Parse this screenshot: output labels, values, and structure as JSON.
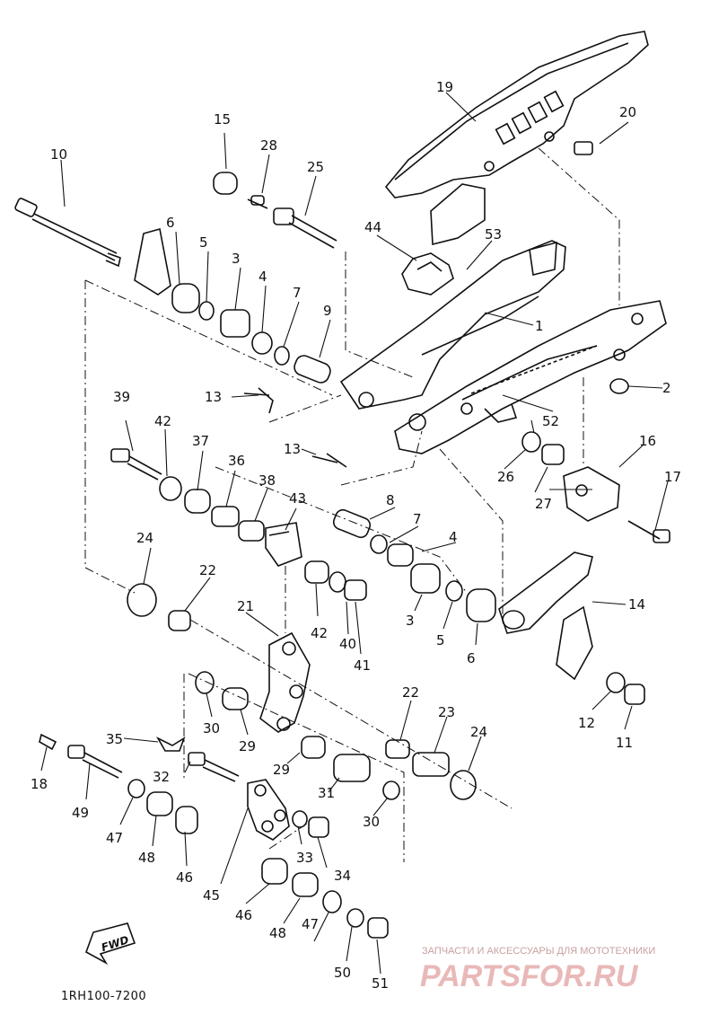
{
  "diagram": {
    "callouts": [
      "1",
      "2",
      "3",
      "3",
      "4",
      "4",
      "5",
      "5",
      "6",
      "6",
      "7",
      "7",
      "8",
      "9",
      "10",
      "11",
      "12",
      "13",
      "13",
      "14",
      "15",
      "16",
      "17",
      "18",
      "19",
      "20",
      "21",
      "22",
      "22",
      "23",
      "24",
      "24",
      "25",
      "26",
      "27",
      "28",
      "29",
      "29",
      "30",
      "30",
      "31",
      "32",
      "33",
      "34",
      "35",
      "36",
      "37",
      "38",
      "39",
      "40",
      "41",
      "42",
      "42",
      "43",
      "44",
      "45",
      "46",
      "46",
      "47",
      "47",
      "48",
      "48",
      "49",
      "50",
      "51",
      "52",
      "53"
    ],
    "fwd_label": "FWD",
    "drawing_number": "1RH100-7200"
  },
  "watermark": {
    "tagline": "ЗАПЧАСТИ И АКСЕССУАРЫ ДЛЯ МОТОТЕХНИКИ",
    "logo_text": "PARTSFOR.RU"
  },
  "colors": {
    "ink": "#111111",
    "paper": "#ffffff",
    "watermark": "#e9b8b8"
  }
}
